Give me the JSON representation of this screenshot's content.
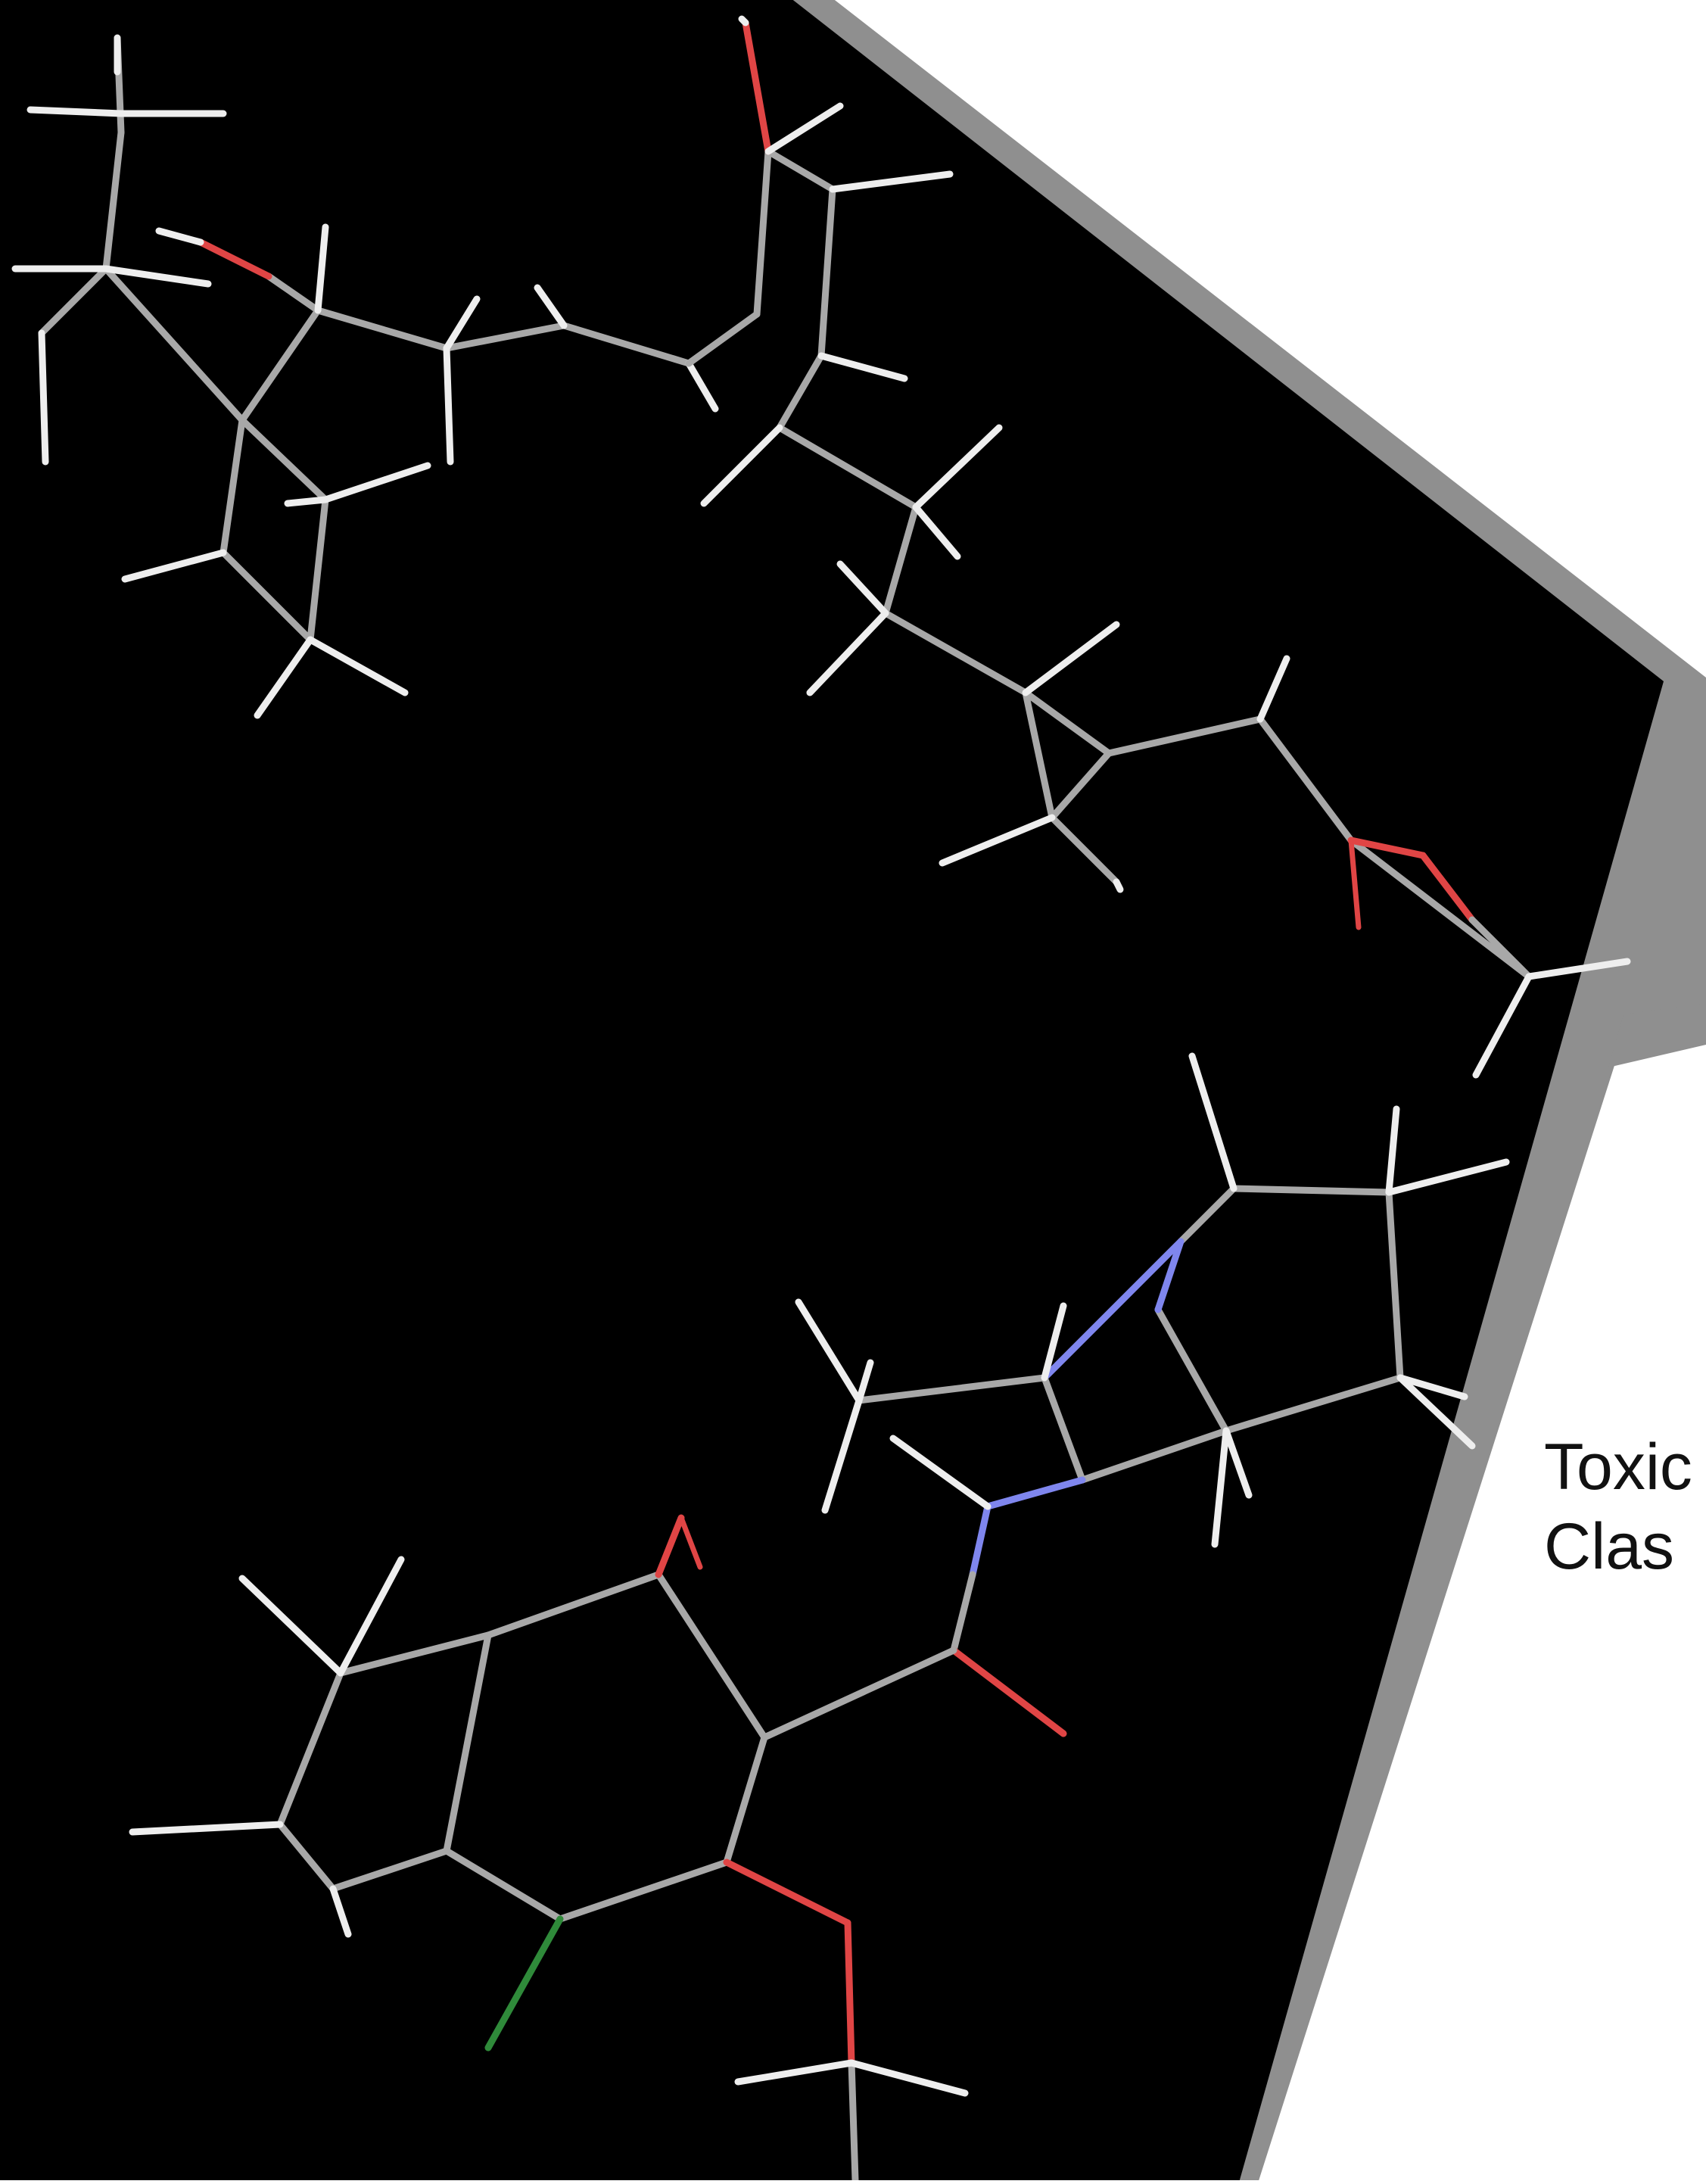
{
  "label": {
    "line1": "Toxic",
    "line2": "Clas"
  },
  "colors": {
    "background": "#ffffff",
    "panel": "#000000",
    "panel_border": "#8f8f8f",
    "bond_carbon": "#a8a8a8",
    "hydrogen": "#eeeeee",
    "oxygen": "#e04545",
    "nitrogen": "#7f86ee",
    "chlorine": "#2f8a3a"
  },
  "molecules": [
    {
      "name": "molecule-upper-left"
    },
    {
      "name": "molecule-upper-right"
    },
    {
      "name": "molecule-pyrrolidine"
    },
    {
      "name": "molecule-aromatic-amide"
    }
  ]
}
